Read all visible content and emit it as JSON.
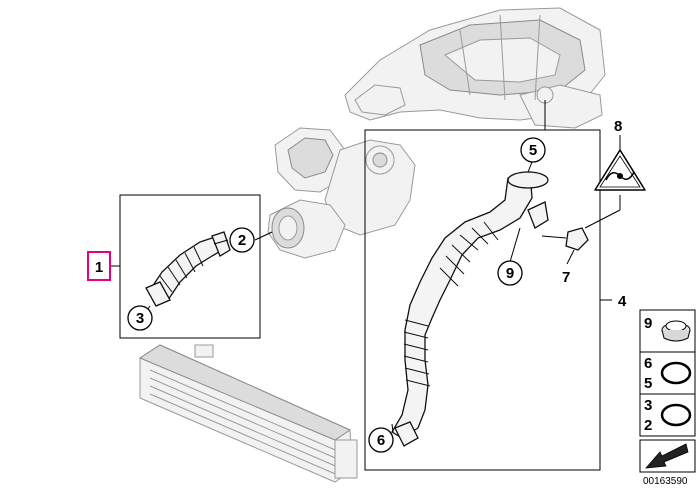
{
  "callouts": {
    "c1": "1",
    "c2": "2",
    "c3": "3",
    "c4": "4",
    "c5": "5",
    "c6": "6",
    "c7": "7",
    "c8": "8",
    "c9": "9"
  },
  "side_panel": {
    "seal_9": "9",
    "seal_6": "6",
    "seal_5": "5",
    "seal_3": "3",
    "seal_2": "2"
  },
  "diagram_number": "00163590",
  "colors": {
    "highlight": "#e6007e",
    "line": "#000000",
    "ghost_part": "#9a9a9a"
  }
}
